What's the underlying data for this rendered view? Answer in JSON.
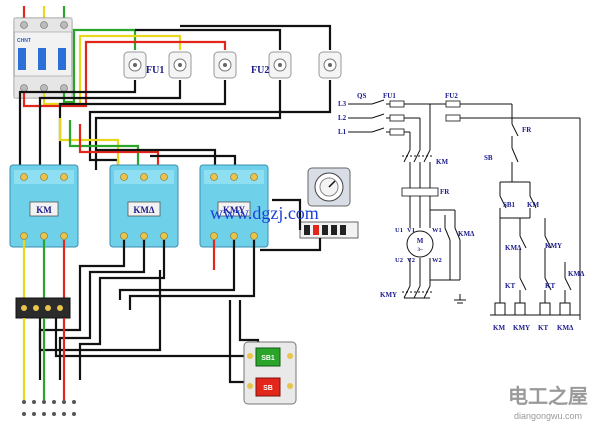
{
  "watermark": {
    "site": "www.dgzj.com",
    "brand": "电工之屋",
    "brand_url": "diangongwu.com"
  },
  "breaker": {
    "brand": "CHNT"
  },
  "fuses": {
    "group1": "FU1",
    "group2": "FU2"
  },
  "contactors": [
    {
      "label": "KM"
    },
    {
      "label": "KMΔ"
    },
    {
      "label": "KMY"
    }
  ],
  "buttons": {
    "start": "SB1",
    "stop": "SB"
  },
  "schematic": {
    "qs": "QS",
    "lines": [
      "L3",
      "L2",
      "L1"
    ],
    "fu1": "FU1",
    "fu2": "FU2",
    "fr_contact": "FR",
    "fr_coil": "FR",
    "sb": "SB",
    "sb1": "SB1",
    "km_contact_main": "KM",
    "km_hold": "KM",
    "kmd_main": "KMΔ",
    "kmy_main": "KMY",
    "motor_m": "M",
    "motor_3": "3~",
    "terminals": [
      "U1",
      "V1",
      "W1",
      "U2",
      "V2",
      "W2"
    ],
    "kmd_aux": "KMΔ",
    "kmy_aux": "KMY",
    "kt1": "KT",
    "kt2": "KT",
    "kmd_interlock": "KMΔ",
    "coils": [
      "KM",
      "KMY",
      "KT",
      "KMΔ"
    ]
  },
  "colors": {
    "phase_yellow": "#e8d81c",
    "phase_green": "#2aa52a",
    "phase_red": "#e3261b",
    "control_black": "#111111",
    "contactor_cyan": "#6fd0ea"
  }
}
